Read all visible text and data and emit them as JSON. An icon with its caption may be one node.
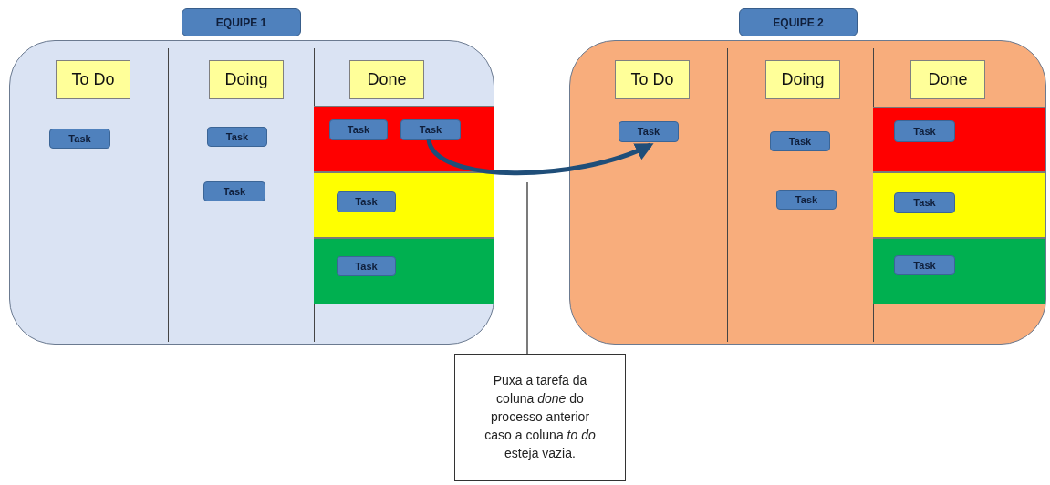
{
  "diagram": {
    "nodes": [
      {
        "text": [
          "EQUIPE 1"
        ]
      },
      {
        "text": [],
        "shape": "box"
      },
      {
        "text": [
          "To Do"
        ],
        "in": 1
      },
      {
        "text": [
          "Doing"
        ],
        "in": 1
      },
      {
        "text": [
          "Done"
        ],
        "in": 1
      },
      {
        "text": [
          "Task"
        ],
        "in": 1
      },
      {
        "text": [
          "Task"
        ],
        "in": 1
      },
      {
        "text": [
          "Task"
        ],
        "in": 1
      },
      {
        "text": [],
        "shape": "bar",
        "in": 1
      },
      {
        "text": [
          "Task"
        ],
        "in": 8
      },
      {
        "text": [
          "Task"
        ],
        "in": 8
      },
      {
        "text": [],
        "shape": "bar",
        "in": 1
      },
      {
        "text": [
          "Task"
        ],
        "in": 11
      },
      {
        "text": [],
        "shape": "bar",
        "in": 1
      },
      {
        "text": [
          "Task"
        ],
        "in": 13
      },
      {
        "text": [
          "EQUIPE 2"
        ]
      },
      {
        "text": [],
        "shape": "box"
      },
      {
        "text": [
          "To Do"
        ],
        "in": 16
      },
      {
        "text": [
          "Doing"
        ],
        "in": 16
      },
      {
        "text": [
          "Done"
        ],
        "in": 16
      },
      {
        "text": [
          "Task"
        ],
        "in": 16
      },
      {
        "text": [
          "Task"
        ],
        "in": 16
      },
      {
        "text": [
          "Task"
        ],
        "in": 16
      },
      {
        "text": [],
        "shape": "bar",
        "in": 16
      },
      {
        "text": [
          "Task"
        ],
        "in": 23
      },
      {
        "text": [],
        "shape": "bar",
        "in": 16
      },
      {
        "text": [
          "Task"
        ],
        "in": 25
      },
      {
        "text": [],
        "shape": "bar",
        "in": 16
      },
      {
        "text": [
          "Task"
        ],
        "in": 27
      },
      {
        "text": [
          "Puxa a tarefa da coluna *done* do processo anterior caso a coluna *to do* esteja vazia."
        ]
      }
    ],
    "edges": [
      {
        "from": 10,
        "to": 20,
        "arrow": "to",
        "style": "thick"
      },
      {
        "from": 29,
        "to": null,
        "arrow": "none"
      }
    ]
  }
}
